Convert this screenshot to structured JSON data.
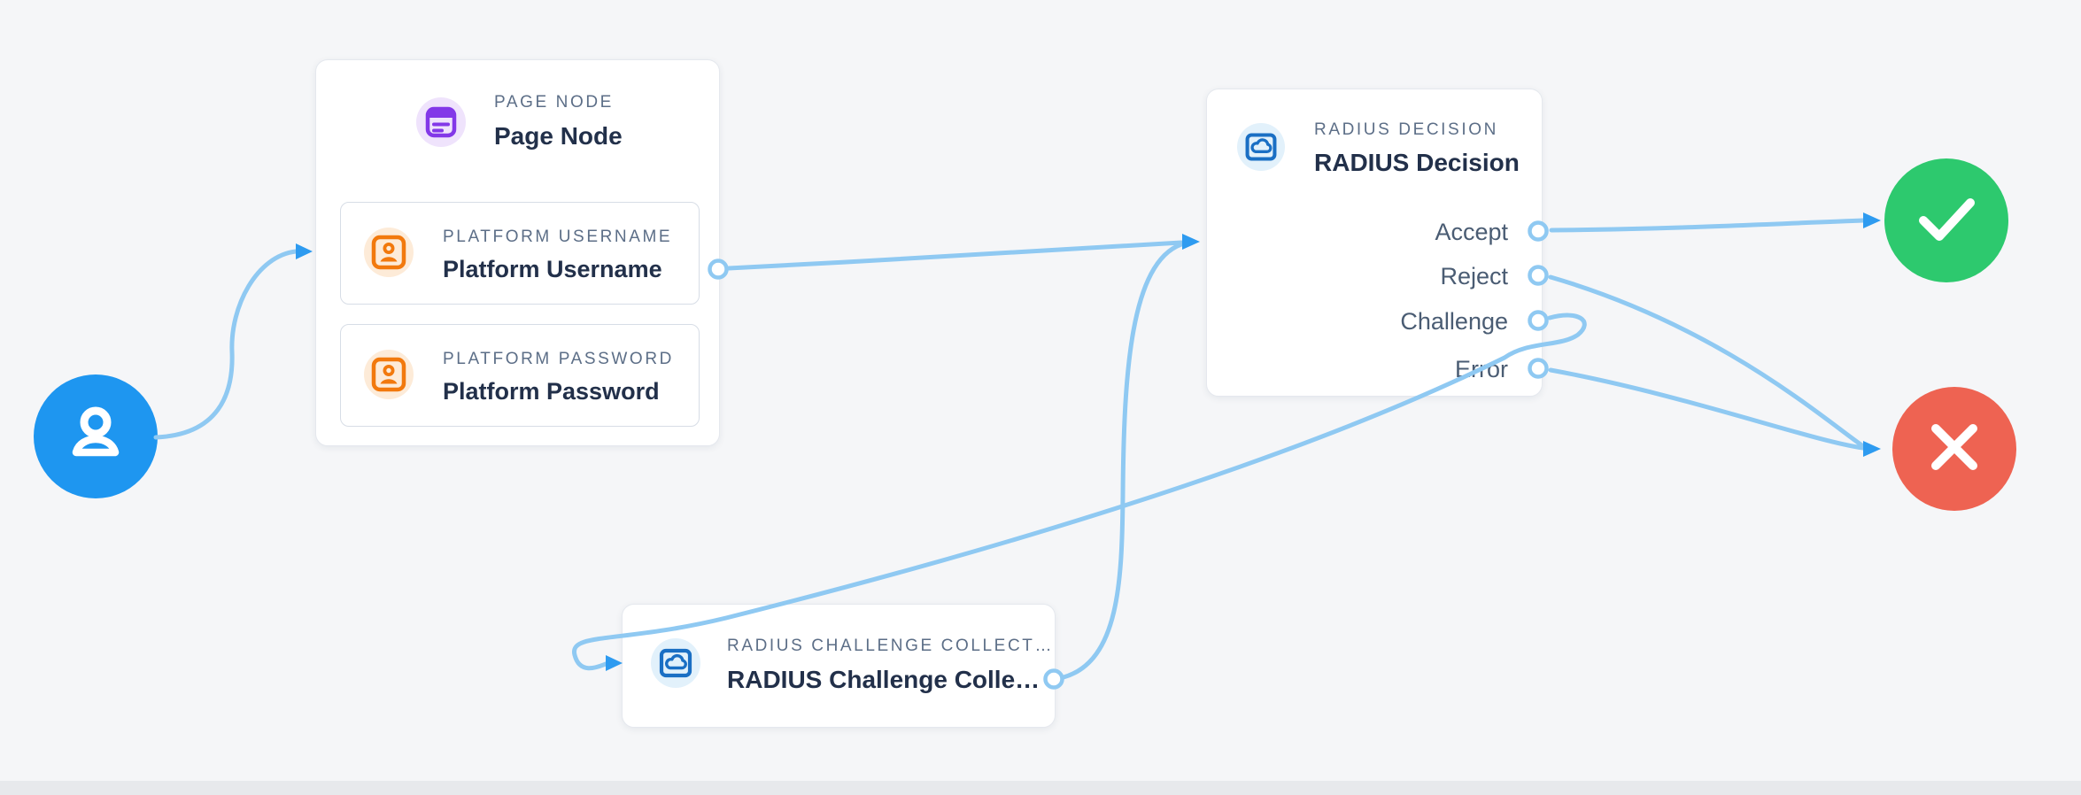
{
  "colors": {
    "background": "#F5F6F8",
    "edge": "#8FC9F2",
    "arrowhead": "#2E9BF0",
    "start_node": "#1E96F0",
    "success_node": "#2DC96E",
    "failure_node": "#EE6352",
    "page_icon_purple": "#8338E8",
    "field_icon_orange": "#F2790D",
    "radius_icon_blue": "#1A6FC4",
    "type_label_text": "#5C6E87",
    "title_text": "#22304A",
    "output_label_text": "#4A5C73"
  },
  "start_node": {
    "icon": "user-icon"
  },
  "page_node": {
    "type_label": "PAGE NODE",
    "title": "Page Node",
    "icon": "form-page-icon",
    "fields": [
      {
        "type_label": "PLATFORM USERNAME",
        "title": "Platform Username",
        "icon": "id-badge-icon"
      },
      {
        "type_label": "PLATFORM PASSWORD",
        "title": "Platform Password",
        "icon": "id-badge-icon"
      }
    ]
  },
  "radius_decision": {
    "type_label": "RADIUS DECISION",
    "title": "RADIUS Decision",
    "icon": "cloud-connector-icon",
    "outputs": [
      {
        "label": "Accept"
      },
      {
        "label": "Reject"
      },
      {
        "label": "Challenge"
      },
      {
        "label": "Error"
      }
    ]
  },
  "radius_challenge_collector": {
    "type_label": "RADIUS CHALLENGE COLLECT…",
    "title": "RADIUS Challenge Colle…",
    "icon": "cloud-connector-icon"
  },
  "terminals": {
    "success": {
      "icon": "check-icon"
    },
    "failure": {
      "icon": "x-icon"
    }
  }
}
